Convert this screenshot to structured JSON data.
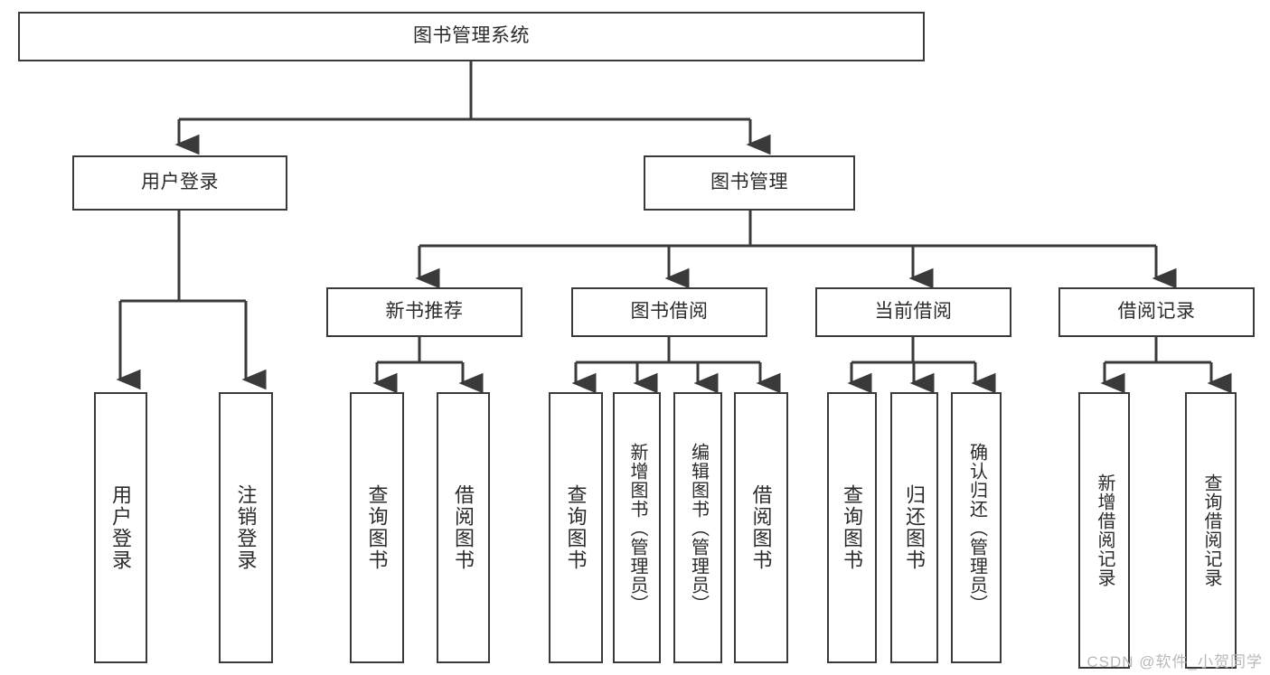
{
  "diagram": {
    "title": "图书管理系统",
    "type": "tree-hierarchy-chart",
    "colors": {
      "stroke": "#3a3a3a",
      "fill": "#ffffff",
      "text": "#2b2b2b",
      "watermark": "#b9b9b9"
    },
    "root": {
      "label": "图书管理系统"
    },
    "level1": [
      {
        "label": "用户登录"
      },
      {
        "label": "图书管理"
      }
    ],
    "level2": [
      {
        "label": "新书推荐"
      },
      {
        "label": "图书借阅"
      },
      {
        "label": "当前借阅"
      },
      {
        "label": "借阅记录"
      }
    ],
    "leaves": [
      {
        "label": "用户登录",
        "parent": "用户登录"
      },
      {
        "label": "注销登录",
        "parent": "用户登录"
      },
      {
        "label": "查询图书",
        "parent": "新书推荐"
      },
      {
        "label": "借阅图书",
        "parent": "新书推荐"
      },
      {
        "label": "查询图书",
        "parent": "图书借阅"
      },
      {
        "label": "新增图书（管理员）",
        "parent": "图书借阅"
      },
      {
        "label": "编辑图书（管理员）",
        "parent": "图书借阅"
      },
      {
        "label": "借阅图书",
        "parent": "图书借阅"
      },
      {
        "label": "查询图书",
        "parent": "当前借阅"
      },
      {
        "label": "归还图书",
        "parent": "当前借阅"
      },
      {
        "label": "确认归还（管理员）",
        "parent": "当前借阅"
      },
      {
        "label": "新增借阅记录",
        "parent": "借阅记录"
      },
      {
        "label": "查询借阅记录",
        "parent": "借阅记录"
      }
    ]
  },
  "watermark": {
    "text": "CSDN @软件_小贺同学"
  }
}
